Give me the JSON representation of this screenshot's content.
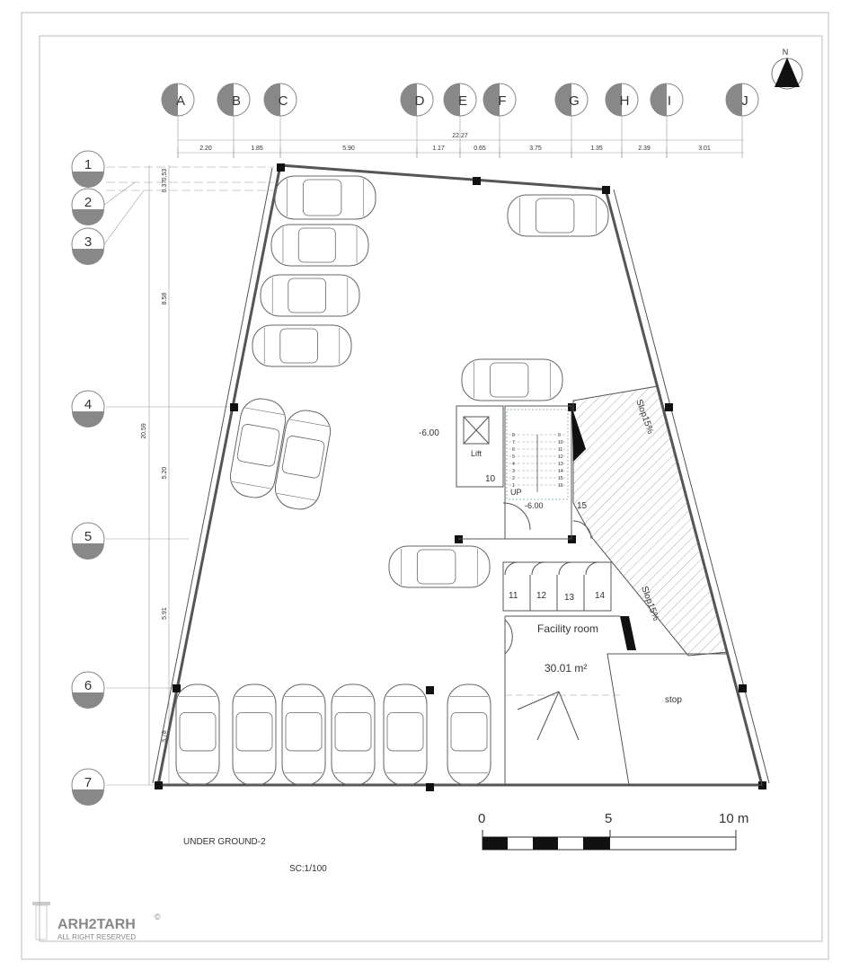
{
  "north_label": "N",
  "grid_columns": [
    {
      "label": "A"
    },
    {
      "label": "B"
    },
    {
      "label": "C"
    },
    {
      "label": "D"
    },
    {
      "label": "E"
    },
    {
      "label": "F"
    },
    {
      "label": "G"
    },
    {
      "label": "H"
    },
    {
      "label": "I"
    },
    {
      "label": "J"
    }
  ],
  "grid_rows": [
    {
      "label": "1"
    },
    {
      "label": "2"
    },
    {
      "label": "3"
    },
    {
      "label": "4"
    },
    {
      "label": "5"
    },
    {
      "label": "6"
    },
    {
      "label": "7"
    }
  ],
  "dimensions": {
    "total_width": "22.27",
    "col_segments": [
      "2.20",
      "1.85",
      "5.90",
      "1.17",
      "0.65",
      "3.75",
      "1.35",
      "2.39",
      "3.01"
    ],
    "total_height": "20.59",
    "row_segments": [
      "0.53",
      "0.37",
      "8.58",
      "5.20",
      "5.91",
      "3.78"
    ]
  },
  "labels": {
    "level_left": "-6.00",
    "level_stair": "-6.00",
    "lift": "Lift",
    "room_10": "10",
    "room_11": "11",
    "room_12": "12",
    "room_13": "13",
    "room_14": "14",
    "room_15": "15",
    "up": "UP",
    "ramp_top": "Slop15%",
    "ramp_bottom": "Slop15%",
    "facility_room": "Facility room",
    "facility_area": "30.01 m²",
    "stop": "stop",
    "stair_steps": [
      "8",
      "7",
      "6",
      "5",
      "4",
      "3",
      "2",
      "1",
      "9",
      "10",
      "11",
      "12",
      "13",
      "14",
      "15",
      "16"
    ]
  },
  "scale_bar": {
    "label_0": "0",
    "label_5": "5",
    "label_10": "10 m"
  },
  "title": "UNDER GROUND-2",
  "scale_note": "SC:1/100",
  "logo": {
    "name": "ARH2TARH",
    "sub": "ALL RIGHT RESERVED",
    "mark": "©"
  },
  "colors": {
    "line": "#555555",
    "column": "#111111",
    "grid": "#9a9a9a",
    "bubble_fill": "#888888"
  }
}
